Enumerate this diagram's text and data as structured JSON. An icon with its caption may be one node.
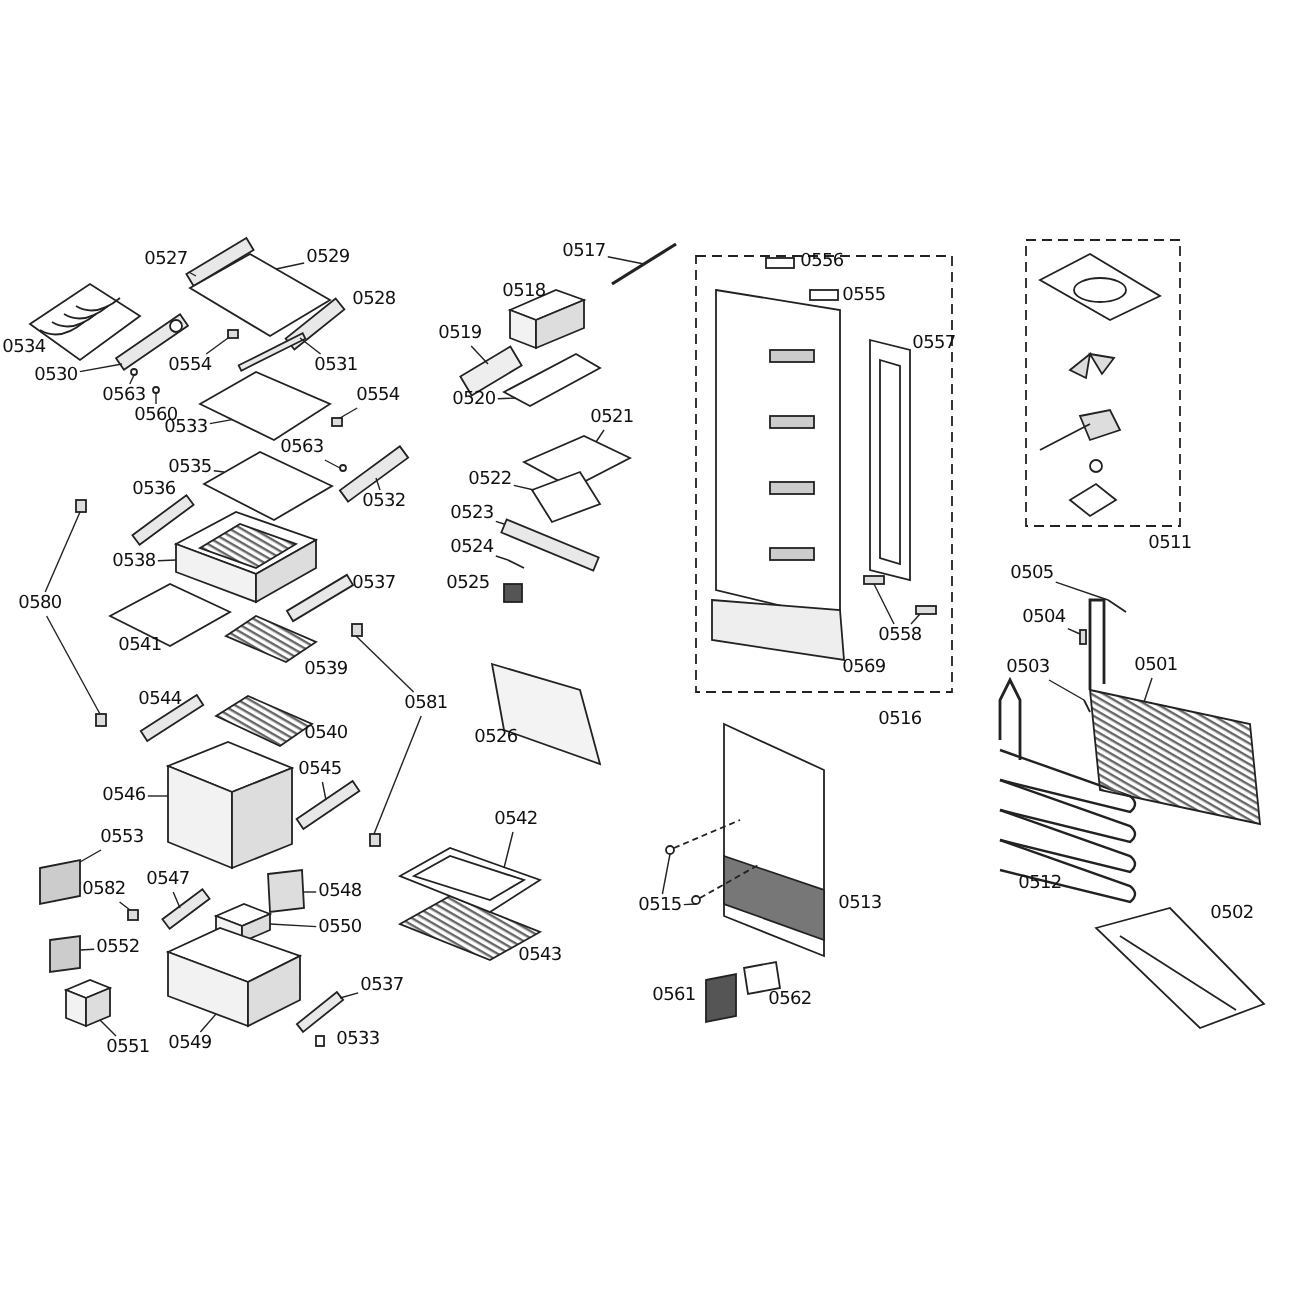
{
  "diagram": {
    "nodes": [
      {
        "text": [
          "0527"
        ]
      },
      {
        "text": [
          "0529"
        ]
      },
      {
        "text": [
          "0530"
        ]
      },
      {
        "text": [
          "0563"
        ]
      },
      {
        "text": [
          "0560"
        ]
      },
      {
        "text": [
          "0554"
        ]
      },
      {
        "text": [
          "0531"
        ]
      },
      {
        "text": [
          "0554"
        ]
      },
      {
        "text": [
          "0533"
        ]
      },
      {
        "text": [
          "0563"
        ]
      },
      {
        "text": [
          "0535"
        ]
      },
      {
        "text": [
          "0532"
        ]
      },
      {
        "text": [
          "0538"
        ]
      },
      {
        "text": [
          "0580"
        ]
      },
      {
        "text": [
          "0581"
        ]
      },
      {
        "text": [
          "0546"
        ]
      },
      {
        "text": [
          "0545"
        ]
      },
      {
        "text": [
          "0553"
        ]
      },
      {
        "text": [
          "0582"
        ]
      },
      {
        "text": [
          "0547"
        ]
      },
      {
        "text": [
          "0548"
        ]
      },
      {
        "text": [
          "0550"
        ]
      },
      {
        "text": [
          "0552"
        ]
      },
      {
        "text": [
          "0551"
        ]
      },
      {
        "text": [
          "0549"
        ]
      },
      {
        "text": [
          "0537"
        ]
      },
      {
        "text": [
          "0517"
        ]
      },
      {
        "text": [
          "0519"
        ]
      },
      {
        "text": [
          "0520"
        ]
      },
      {
        "text": [
          "0521"
        ]
      },
      {
        "text": [
          "0522"
        ]
      },
      {
        "text": [
          "0523"
        ]
      },
      {
        "text": [
          "0524"
        ]
      },
      {
        "text": [
          "0542"
        ]
      },
      {
        "text": [
          "0558"
        ]
      },
      {
        "text": [
          "0515"
        ]
      },
      {
        "text": [
          "0505"
        ]
      },
      {
        "text": [
          "0504"
        ]
      },
      {
        "text": [
          "0503"
        ]
      },
      {
        "text": [
          "0501"
        ]
      },
      {
        "text": [],
        "shape": "picture"
      },
      {
        "text": [],
        "shape": "picture"
      },
      {
        "text": [],
        "shape": "picture"
      },
      {
        "text": [],
        "shape": "circle"
      },
      {
        "text": [],
        "shape": "circle"
      },
      {
        "text": [],
        "shape": "box"
      },
      {
        "text": [],
        "shape": "bar"
      },
      {
        "text": [],
        "shape": "box"
      },
      {
        "text": [],
        "shape": "picture"
      },
      {
        "text": [],
        "shape": "circle"
      },
      {
        "text": [],
        "shape": "picture"
      },
      {
        "text": [],
        "shape": "picture"
      },
      {
        "text": [],
        "shape": "picture"
      },
      {
        "text": [],
        "shape": "box"
      },
      {
        "text": [],
        "shape": "box"
      },
      {
        "text": [],
        "shape": "box"
      },
      {
        "text": [],
        "shape": "box"
      },
      {
        "text": [],
        "shape": "picture"
      },
      {
        "text": [],
        "shape": "picture"
      },
      {
        "text": [],
        "shape": "box"
      },
      {
        "text": [],
        "shape": "box"
      },
      {
        "text": [],
        "shape": "picture"
      },
      {
        "text": [],
        "shape": "picture"
      },
      {
        "text": [],
        "shape": "picture"
      },
      {
        "text": [],
        "shape": "box"
      },
      {
        "text": [],
        "shape": "picture"
      },
      {
        "text": [],
        "shape": "picture"
      },
      {
        "text": [],
        "shape": "picture"
      },
      {
        "text": [],
        "shape": "picture"
      },
      {
        "text": [],
        "shape": "picture"
      },
      {
        "text": [],
        "shape": "picture"
      },
      {
        "text": [],
        "shape": "picture"
      },
      {
        "text": [],
        "shape": "picture"
      },
      {
        "text": [],
        "shape": "picture"
      },
      {
        "text": [],
        "shape": "picture"
      },
      {
        "text": [],
        "shape": "picture"
      },
      {
        "text": [],
        "shape": "box"
      },
      {
        "text": [],
        "shape": "box"
      },
      {
        "text": [],
        "shape": "picture"
      },
      {
        "text": [],
        "shape": "picture"
      },
      {
        "text": [],
        "shape": "picture"
      },
      {
        "text": [],
        "shape": "box"
      },
      {
        "text": [],
        "shape": "picture"
      },
      {
        "text": [],
        "shape": "picture"
      }
    ],
    "edges": [
      {
        "from": 0,
        "to": 40,
        "arrow": "none"
      },
      {
        "from": 1,
        "to": 41,
        "arrow": "none"
      },
      {
        "from": 2,
        "to": 42,
        "arrow": "none"
      },
      {
        "from": 3,
        "to": 43,
        "arrow": "none"
      },
      {
        "from": 4,
        "to": 44,
        "arrow": "none"
      },
      {
        "from": 5,
        "to": 45,
        "arrow": "none"
      },
      {
        "from": 6,
        "to": 46,
        "arrow": "none"
      },
      {
        "from": 7,
        "to": 47,
        "arrow": "none"
      },
      {
        "from": 8,
        "to": 48,
        "arrow": "none"
      },
      {
        "from": 9,
        "to": 49,
        "arrow": "none"
      },
      {
        "from": 10,
        "to": 50,
        "arrow": "none"
      },
      {
        "from": 11,
        "to": 51,
        "arrow": "none"
      },
      {
        "from": 12,
        "to": 52,
        "arrow": "none"
      },
      {
        "from": 13,
        "to": 53,
        "arrow": "none"
      },
      {
        "from": 13,
        "to": 54,
        "arrow": "none"
      },
      {
        "from": 14,
        "to": 55,
        "arrow": "none"
      },
      {
        "from": 14,
        "to": 56,
        "arrow": "none"
      },
      {
        "from": 15,
        "to": 57,
        "arrow": "none"
      },
      {
        "from": 16,
        "to": 58,
        "arrow": "none"
      },
      {
        "from": 17,
        "to": 59,
        "arrow": "none"
      },
      {
        "from": 18,
        "to": 60,
        "arrow": "none"
      },
      {
        "from": 19,
        "to": 61,
        "arrow": "none"
      },
      {
        "from": 20,
        "to": 62,
        "arrow": "none"
      },
      {
        "from": 21,
        "to": 63,
        "arrow": "none"
      },
      {
        "from": 22,
        "to": 64,
        "arrow": "none"
      },
      {
        "from": 23,
        "to": 65,
        "arrow": "none"
      },
      {
        "from": 24,
        "to": 66,
        "arrow": "none"
      },
      {
        "from": 25,
        "to": 67,
        "arrow": "none"
      },
      {
        "from": 26,
        "to": 68,
        "arrow": "none"
      },
      {
        "from": 27,
        "to": 69,
        "arrow": "none"
      },
      {
        "from": 28,
        "to": 70,
        "arrow": "none"
      },
      {
        "from": 29,
        "to": 71,
        "arrow": "none"
      },
      {
        "from": 30,
        "to": 72,
        "arrow": "none"
      },
      {
        "from": 31,
        "to": 73,
        "arrow": "none"
      },
      {
        "from": 32,
        "to": 74,
        "arrow": "none"
      },
      {
        "from": 33,
        "to": 75,
        "arrow": "none"
      },
      {
        "from": 34,
        "to": 76,
        "arrow": "none"
      },
      {
        "from": 34,
        "to": 77,
        "arrow": "none"
      },
      {
        "from": 35,
        "to": 78,
        "arrow": "none"
      },
      {
        "from": 35,
        "to": 79,
        "arrow": "none"
      },
      {
        "from": 36,
        "to": 80,
        "arrow": "none"
      },
      {
        "from": 37,
        "to": 81,
        "arrow": "none"
      },
      {
        "from": 38,
        "to": 82,
        "arrow": "none"
      },
      {
        "from": 39,
        "to": 83,
        "arrow": "none"
      }
    ],
    "labels": [
      "0534",
      "0528",
      "0536",
      "0537",
      "0541",
      "0539",
      "0544",
      "0540",
      "0533",
      "0518",
      "0525",
      "0526",
      "0543",
      "0556",
      "0555",
      "0557",
      "0569",
      "0516",
      "0513",
      "0561",
      "0562",
      "0511",
      "0512",
      "0502"
    ]
  }
}
